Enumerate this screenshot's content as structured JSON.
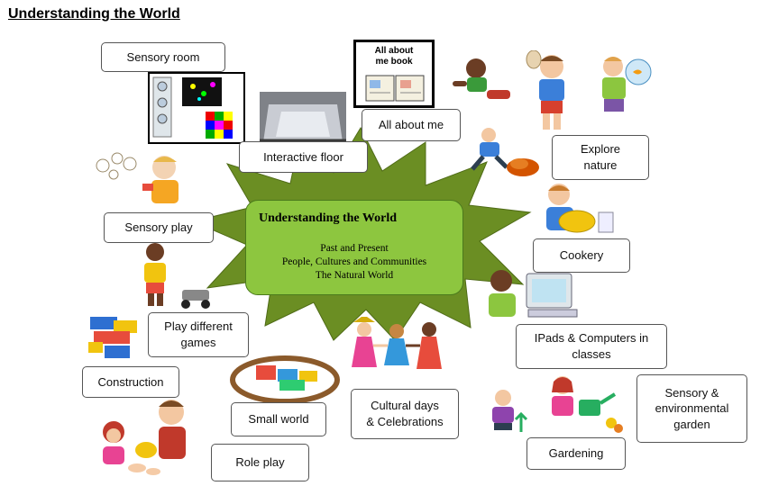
{
  "title": "Understanding the World",
  "center": {
    "title": "Understanding the World",
    "lines": [
      "Past and Present",
      "People, Cultures and Communities",
      "The Natural World"
    ]
  },
  "book_cover_text": "All about\nme book",
  "labels": {
    "sensory_room": "Sensory room",
    "interactive_floor": "Interactive floor",
    "all_about_me": "All about me",
    "explore_nature": "Explore\nnature",
    "sensory_play": "Sensory play",
    "cookery": "Cookery",
    "play_different_games": "Play different\ngames",
    "construction": "Construction",
    "ipads_computers": "IPads & Computers in\nclasses",
    "small_world": "Small world",
    "cultural_days": "Cultural days\n& Celebrations",
    "sensory_garden": "Sensory &\nenvironmental\ngarden",
    "role_play": "Role play",
    "gardening": "Gardening"
  },
  "colors": {
    "center_fill": "#8dc63f",
    "starburst": "#6b8e23"
  }
}
